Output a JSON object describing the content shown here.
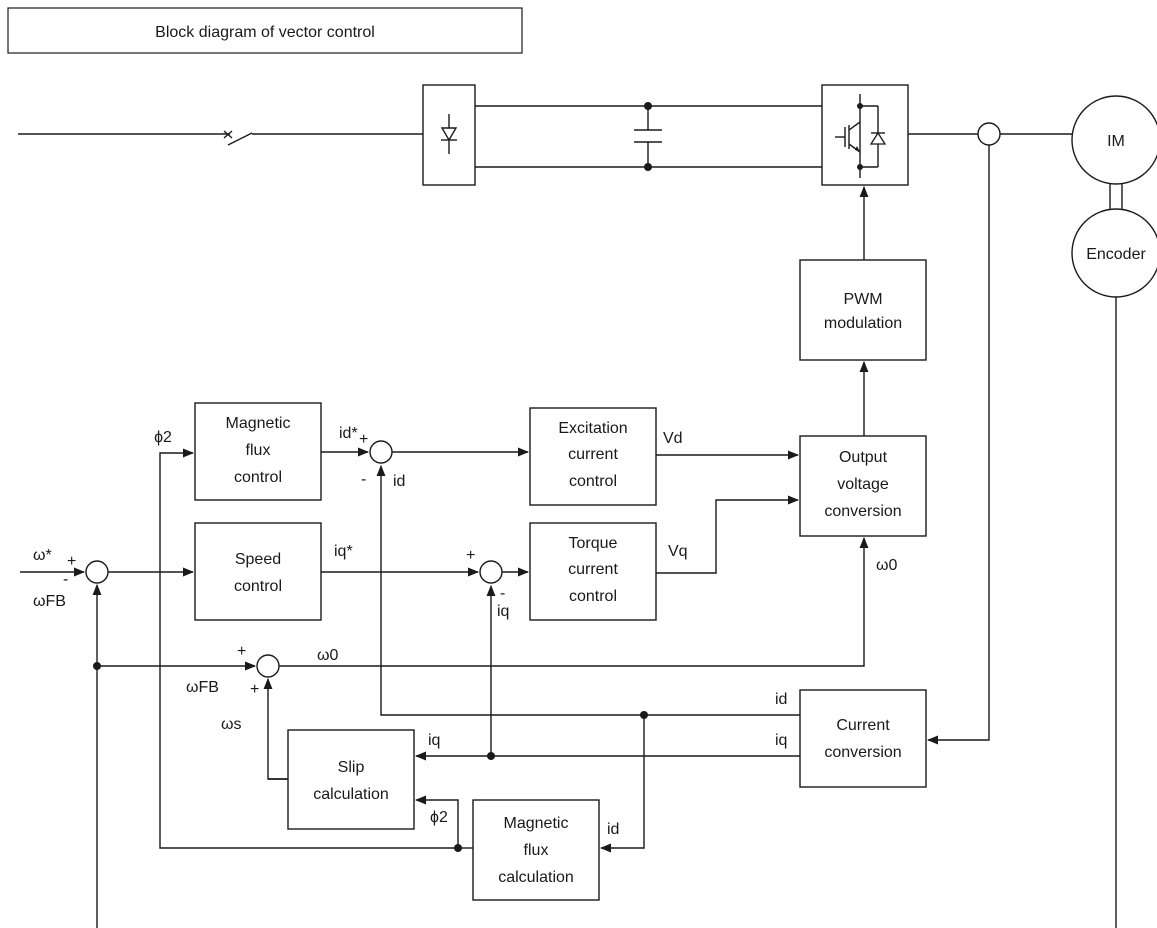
{
  "title": "Block diagram of vector control",
  "blocks": {
    "im": "IM",
    "encoder": "Encoder",
    "pwm": [
      "PWM",
      "modulation"
    ],
    "flux_control": [
      "Magnetic",
      "flux",
      "control"
    ],
    "speed_control": [
      "Speed",
      "control"
    ],
    "excitation": [
      "Excitation",
      "current",
      "control"
    ],
    "torque": [
      "Torque",
      "current",
      "control"
    ],
    "output_voltage": [
      "Output",
      "voltage",
      "conversion"
    ],
    "current_conversion": [
      "Current",
      "conversion"
    ],
    "slip": [
      "Slip",
      "calculation"
    ],
    "flux_calc": [
      "Magnetic",
      "flux",
      "calculation"
    ]
  },
  "signals": {
    "phi2": "ϕ2",
    "id_ref": "id*",
    "iq_ref": "iq*",
    "omega_ref": "ω*",
    "omega_fb": "ωFB",
    "omega0": "ω0",
    "omega_s": "ωs",
    "vd": "Vd",
    "vq": "Vq",
    "id": "id",
    "iq": "iq",
    "plus": "+",
    "minus": "-"
  }
}
